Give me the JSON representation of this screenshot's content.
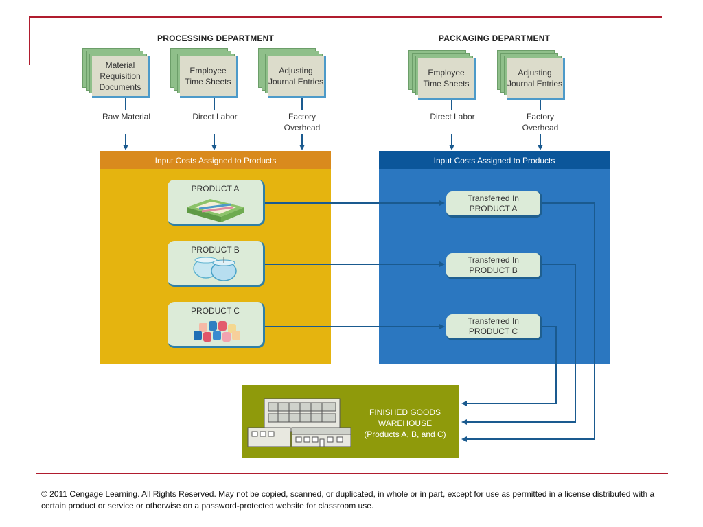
{
  "processing": {
    "title": "PROCESSING DEPARTMENT",
    "docs": [
      "Material Requisition Documents",
      "Employee Time Sheets",
      "Adjusting Journal Entries"
    ],
    "labels": [
      "Raw Material",
      "Direct Labor",
      "Factory Overhead"
    ]
  },
  "packaging": {
    "title": "PACKAGING DEPARTMENT",
    "docs": [
      "Employee Time Sheets",
      "Adjusting Journal Entries"
    ],
    "labels": [
      "Direct Labor",
      "Factory Overhead"
    ]
  },
  "panels": {
    "processing_header": "Input Costs Assigned to Products",
    "packaging_header": "Input Costs Assigned to Products"
  },
  "products": [
    "PRODUCT A",
    "PRODUCT B",
    "PRODUCT C"
  ],
  "transferred": [
    {
      "line1": "Transferred In",
      "line2": "PRODUCT A"
    },
    {
      "line1": "Transferred In",
      "line2": "PRODUCT B"
    },
    {
      "line1": "Transferred In",
      "line2": "PRODUCT C"
    }
  ],
  "warehouse": {
    "line1": "FINISHED GOODS",
    "line2": "WAREHOUSE",
    "line3": "(Products A, B, and C)"
  },
  "copyright": "© 2011 Cengage Learning.  All Rights Reserved.  May not be copied, scanned, or duplicated, in whole or in part, except for use as permitted in a license distributed with a certain product or service or otherwise on a password-protected website for classroom use.",
  "colors": {
    "accent_red": "#b01c2e",
    "processing_panel": "#e5b40f",
    "processing_header": "#d98a1d",
    "packaging_panel": "#2b77c0",
    "packaging_header": "#0b569a",
    "warehouse": "#8f9a0b",
    "arrow": "#1a5a8f"
  }
}
